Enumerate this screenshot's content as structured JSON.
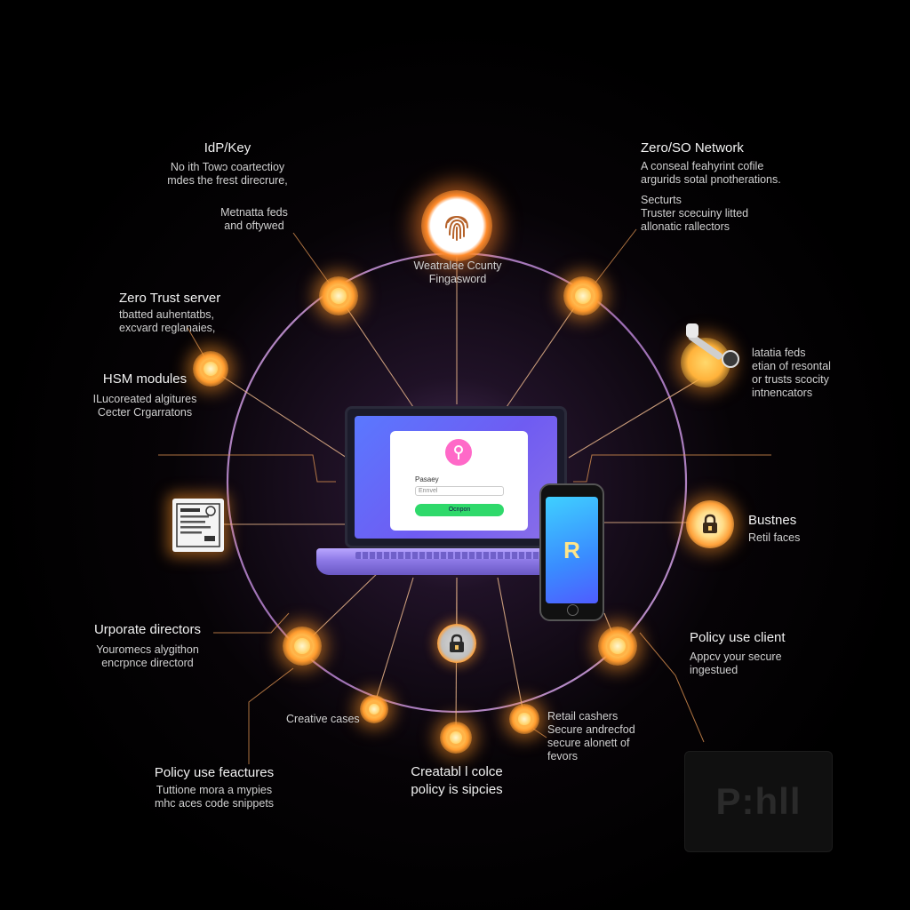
{
  "labels": {
    "idp": {
      "title": "IdP/Key",
      "sub1": "No ith Towɔ coartectioy",
      "sub2": "mdes the frest direcrure,"
    },
    "meta_left": {
      "sub1": "Metnatta feds",
      "sub2": "and oftywed"
    },
    "zt_server": {
      "title": "Zero Trust server",
      "sub1": "tbatted auhentatbs,",
      "sub2": "excvard reglanaies,"
    },
    "hsm": {
      "title": "HSM modules",
      "sub1": "ILucoreated algitures",
      "sub2": "Cecter Crgarratons"
    },
    "urporate": {
      "title": "Urporate directors",
      "sub1": "Youromecs alygithon",
      "sub2": "encrpnce directord"
    },
    "creative_cases": {
      "sub1": "Creative cases"
    },
    "policy_features": {
      "title": "Policy use feactures",
      "sub1": "Tuttione mora a mypies",
      "sub2": "mhc aces code snippets"
    },
    "creatabl": {
      "title": "Creatabl l colce",
      "sub1": "policy is sipcies"
    },
    "top_center": {
      "sub1": "Weatralee Ccunty",
      "sub2": "Fingasword"
    },
    "zero_so": {
      "title": "Zero/SO Network",
      "sub1": "A conseal feahyrint cofile",
      "sub2": "argurids sotal pnotherations.",
      "sub3": "Secturts",
      "sub4": "Truster scecuiny litted",
      "sub5": "allonatic rallectors"
    },
    "meta_right": {
      "sub1": "latatia feds",
      "sub2": "etian of resontal",
      "sub3": "or trusts scocity",
      "sub4": "intnencators"
    },
    "business": {
      "title": "Bustnes",
      "sub1": "Retil faces"
    },
    "policy_client": {
      "title": "Policy use client",
      "sub1": "Appcv your secure",
      "sub2": "ingestued"
    },
    "retail": {
      "sub1": "Retail cashers",
      "sub2": "Secure andrecfod",
      "sub3": "secure alonett of",
      "sub4": "fevors"
    }
  },
  "laptop": {
    "field_label": "Pasaey",
    "field_value": "Ennvel",
    "button": "Ocnpon"
  },
  "phone": {
    "glyph": "R"
  },
  "watermark": {
    "text": "P:hll"
  },
  "icons": {
    "fingerprint": "fingerprint-icon",
    "key": "key-icon",
    "lock": "lock-icon",
    "certificate": "certificate-icon",
    "badge_lock": "badge-lock-icon"
  },
  "colors": {
    "node_glow": "#ff9b2e",
    "ring": "#c7a0d8",
    "laptop_screen": "#5a78ff",
    "phone_screen": "#3fd0ff",
    "login_button": "#2fd96b",
    "key_badge": "#ff69c8"
  }
}
